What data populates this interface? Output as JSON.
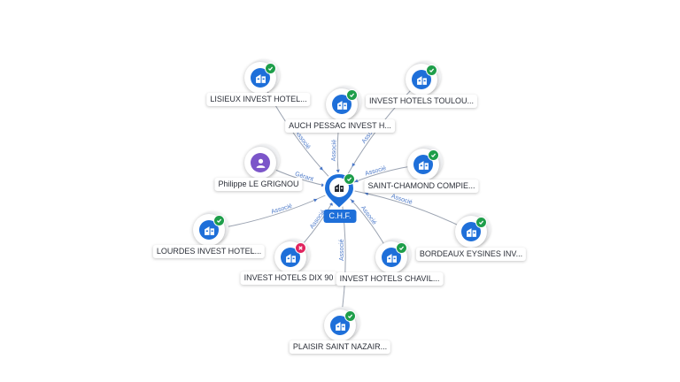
{
  "center": {
    "name": "C.H.F.",
    "icon": "building-icon",
    "status": "verified"
  },
  "colors": {
    "accent": "#1e6fd9",
    "edge": "#9ba3b1",
    "edge_label": "#4a78c9",
    "ok": "#1e9e4a",
    "err": "#e0245e",
    "person": "#7b55c9"
  },
  "nodes": [
    {
      "id": "lisieux",
      "name": "LISIEUX INVEST HOTEL...",
      "icon": "building-icon",
      "status": "ok",
      "edge_label": "Associé"
    },
    {
      "id": "auch",
      "name": "AUCH PESSAC INVEST H...",
      "icon": "building-icon",
      "status": "ok",
      "edge_label": "Associé"
    },
    {
      "id": "toulouse",
      "name": "INVEST HOTELS TOULOU...",
      "icon": "building-icon",
      "status": "ok",
      "edge_label": "Associé"
    },
    {
      "id": "philippe",
      "name": "Philippe LE GRIGNOU",
      "icon": "person-icon",
      "status": "none",
      "edge_label": "Gérant"
    },
    {
      "id": "chamond",
      "name": "SAINT-CHAMOND COMPIE...",
      "icon": "building-icon",
      "status": "ok",
      "edge_label": "Associé"
    },
    {
      "id": "lourdes",
      "name": "LOURDES INVEST HOTEL...",
      "icon": "building-icon",
      "status": "ok",
      "edge_label": "Associé"
    },
    {
      "id": "bordeaux",
      "name": "BORDEAUX EYSINES INV...",
      "icon": "building-icon",
      "status": "ok",
      "edge_label": "Associé"
    },
    {
      "id": "dix90",
      "name": "INVEST HOTELS DIX 90",
      "icon": "building-icon",
      "status": "error",
      "edge_label": "Associé"
    },
    {
      "id": "chavil",
      "name": "INVEST HOTELS CHAVIL...",
      "icon": "building-icon",
      "status": "ok",
      "edge_label": "Associé"
    },
    {
      "id": "plaisir",
      "name": "PLAISIR SAINT NAZAIR...",
      "icon": "building-icon",
      "status": "ok",
      "edge_label": "Associé"
    }
  ]
}
